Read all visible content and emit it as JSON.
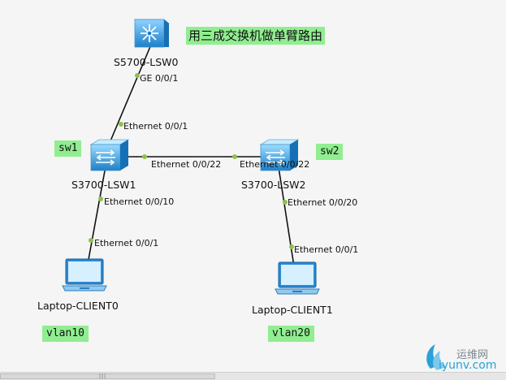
{
  "title": "用三成交换机做单臂路由",
  "devices": {
    "core_switch": {
      "name": "S5700-LSW0",
      "port": "GE 0/0/1",
      "icon": "l3-switch-icon"
    },
    "sw1": {
      "name": "S3700-LSW1",
      "tag": "sw1",
      "port_up": "Ethernet 0/0/1",
      "port_trunk": "Ethernet 0/0/22",
      "port_down": "Ethernet 0/0/10",
      "icon": "switch-icon"
    },
    "sw2": {
      "name": "S3700-LSW2",
      "tag": "sw2",
      "port_trunk": "Ethernet 0/0/22",
      "port_down": "Ethernet 0/0/20",
      "icon": "switch-icon"
    },
    "client0": {
      "name": "Laptop-CLIENT0",
      "port": "Ethernet 0/0/1",
      "vlan": "vlan10",
      "icon": "laptop-icon"
    },
    "client1": {
      "name": "Laptop-CLIENT1",
      "port": "Ethernet 0/0/1",
      "vlan": "vlan20",
      "icon": "laptop-icon"
    }
  },
  "watermark": {
    "cn": "运维网",
    "en": "iyunv.com"
  },
  "colors": {
    "tag_bg": "#90ee90",
    "link_dot": "#8bc34a",
    "device_blue": "#1e90d6"
  }
}
